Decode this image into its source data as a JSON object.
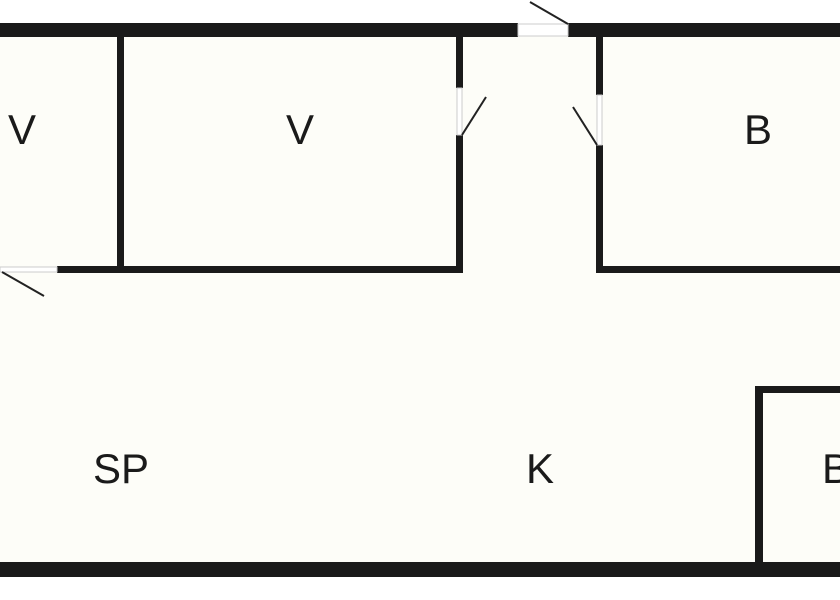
{
  "floorplan": {
    "rooms": [
      {
        "label": "V"
      },
      {
        "label": "V"
      },
      {
        "label": "B"
      },
      {
        "label": "SP"
      },
      {
        "label": "K"
      },
      {
        "label": "B"
      }
    ],
    "colors": {
      "wall": "#1a1a1a",
      "floor": "#fdfdf8"
    }
  }
}
